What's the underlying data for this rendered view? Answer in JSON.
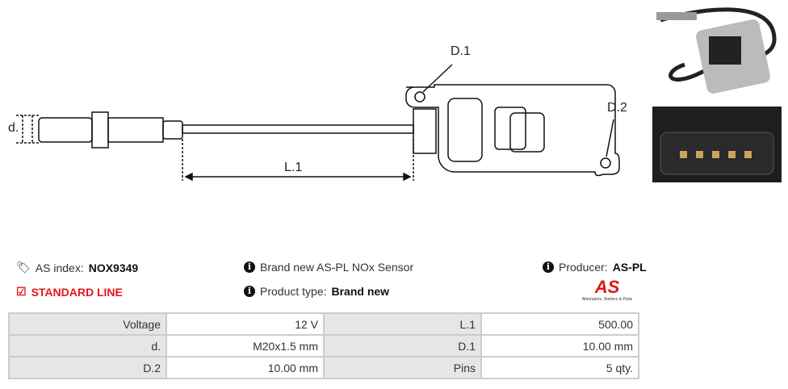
{
  "diagram": {
    "labels": {
      "d": "d.",
      "l1": "L.1",
      "d1": "D.1",
      "d2": "D.2"
    }
  },
  "info": {
    "as_index_label": "AS index:",
    "as_index_value": "NOX9349",
    "line": "STANDARD LINE",
    "description": "Brand new AS-PL NOx Sensor",
    "product_type_label": "Product type:",
    "product_type_value": "Brand new",
    "producer_label": "Producer:",
    "producer_value": "AS-PL",
    "logo_text": "AS",
    "logo_tagline": "Alternators, Starters & Parts"
  },
  "specs": [
    [
      "Voltage",
      "12 V",
      "L.1",
      "500.00"
    ],
    [
      "d.",
      "M20x1.5 mm",
      "D.1",
      "10.00 mm"
    ],
    [
      "D.2",
      "10.00 mm",
      "Pins",
      "5 qty."
    ]
  ],
  "colors": {
    "accent": "#e3151a"
  }
}
